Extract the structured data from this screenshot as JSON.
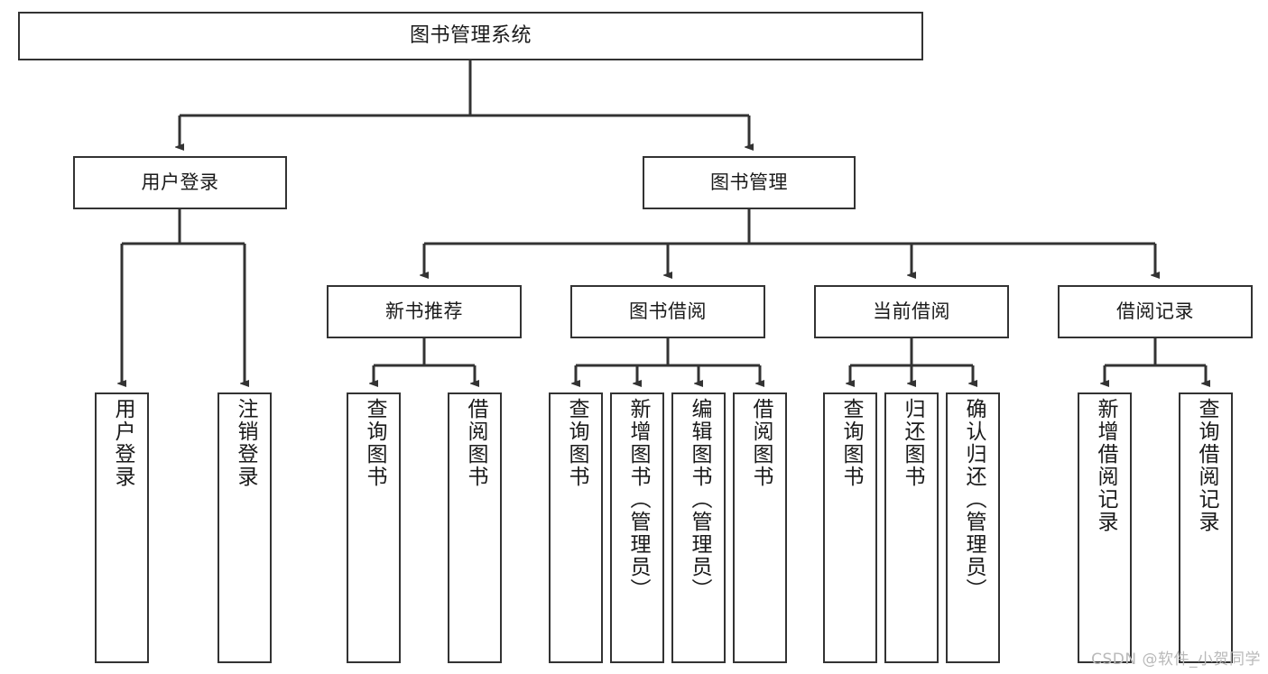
{
  "diagram": {
    "title": "图书管理系统",
    "type": "hierarchy-tree",
    "line_color": "#333333",
    "box_fill": "#ffffff",
    "text_color": "#1a1a1a",
    "levels": {
      "root": {
        "label": "图书管理系统"
      },
      "level2": [
        {
          "label": "用户登录"
        },
        {
          "label": "图书管理"
        }
      ],
      "level3": [
        {
          "label": "新书推荐"
        },
        {
          "label": "图书借阅"
        },
        {
          "label": "当前借阅"
        },
        {
          "label": "借阅记录"
        }
      ],
      "leaves": [
        {
          "label": "用户登录"
        },
        {
          "label": "注销登录"
        },
        {
          "label": "查询图书"
        },
        {
          "label": "借阅图书"
        },
        {
          "label": "查询图书"
        },
        {
          "label": "新增图书（管理员）"
        },
        {
          "label": "编辑图书（管理员）"
        },
        {
          "label": "借阅图书"
        },
        {
          "label": "查询图书"
        },
        {
          "label": "归还图书"
        },
        {
          "label": "确认归还（管理员）"
        },
        {
          "label": "新增借阅记录"
        },
        {
          "label": "查询借阅记录"
        }
      ]
    }
  },
  "watermark": {
    "text": "CSDN @软件_小贺同学"
  }
}
